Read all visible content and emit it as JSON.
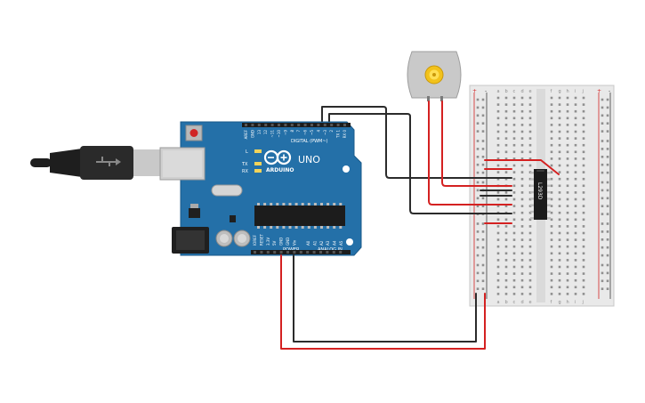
{
  "board": {
    "brand": "ARDUINO",
    "model": "UNO",
    "digital_header": "DIGITAL (PWM~)",
    "power_header": "POWER",
    "analog_header": "ANALOG IN",
    "led_labels": [
      "L",
      "TX",
      "RX"
    ],
    "top_pin_labels": [
      "AREF",
      "GND",
      "13",
      "12",
      "~11",
      "~10",
      "~9",
      "8",
      "7",
      "~6",
      "~5",
      "4",
      "~3",
      "2",
      "TX 1",
      "RX 0"
    ],
    "power_pin_labels": [
      "IOREF",
      "RESET",
      "3.3V",
      "5V",
      "GND",
      "GND",
      "Vin"
    ],
    "analog_pin_labels": [
      "A0",
      "A1",
      "A2",
      "A3",
      "A4",
      "A5"
    ]
  },
  "chip": {
    "label": "L293D"
  },
  "breadboard": {
    "column_letters_left": [
      "a",
      "b",
      "c",
      "d",
      "e"
    ],
    "column_letters_right": [
      "f",
      "g",
      "h",
      "i",
      "j"
    ],
    "rail_signs": [
      "+",
      "-"
    ]
  },
  "colors": {
    "board_blue": "#2470a8",
    "wire_red": "#d42121",
    "wire_black": "#2b2b2b",
    "breadboard": "#e9e9e9",
    "motor_shaft": "#f2c21b"
  }
}
